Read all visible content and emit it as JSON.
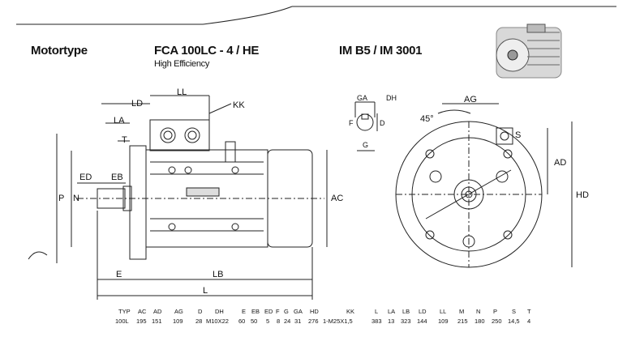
{
  "header": {
    "motortype_label": "Motortype",
    "model": "FCA 100LC - 4 / HE",
    "efficiency": "High Efficiency",
    "mounting": "IM B5 / IM 3001"
  },
  "drawing_labels": {
    "LD": "LD",
    "LL": "LL",
    "KK": "KK",
    "LA": "LA",
    "T": "T",
    "ED": "ED",
    "EB": "EB",
    "P": "P",
    "N": "N",
    "AC": "AC",
    "E": "E",
    "LB": "LB",
    "L": "L",
    "GA": "GA",
    "DH": "DH",
    "F": "F",
    "D": "D",
    "G": "G",
    "AG": "AG",
    "angle": "45°",
    "S": "S",
    "AD": "AD",
    "HD": "HD"
  },
  "table": {
    "headers": [
      "TYP",
      "AC",
      "AD",
      "AG",
      "D",
      "DH",
      "E",
      "EB",
      "ED",
      "F",
      "G",
      "GA",
      "HD",
      "KK",
      "L",
      "LA",
      "LB",
      "LD",
      "LL",
      "M",
      "N",
      "P",
      "S",
      "T"
    ],
    "values": [
      "100L",
      "195",
      "151",
      "109",
      "28",
      "M10X22",
      "60",
      "50",
      "5",
      "8",
      "24",
      "31",
      "276",
      "1-M25X1,5",
      "383",
      "13",
      "323",
      "144",
      "109",
      "215",
      "180",
      "250",
      "14,5",
      "4"
    ]
  }
}
